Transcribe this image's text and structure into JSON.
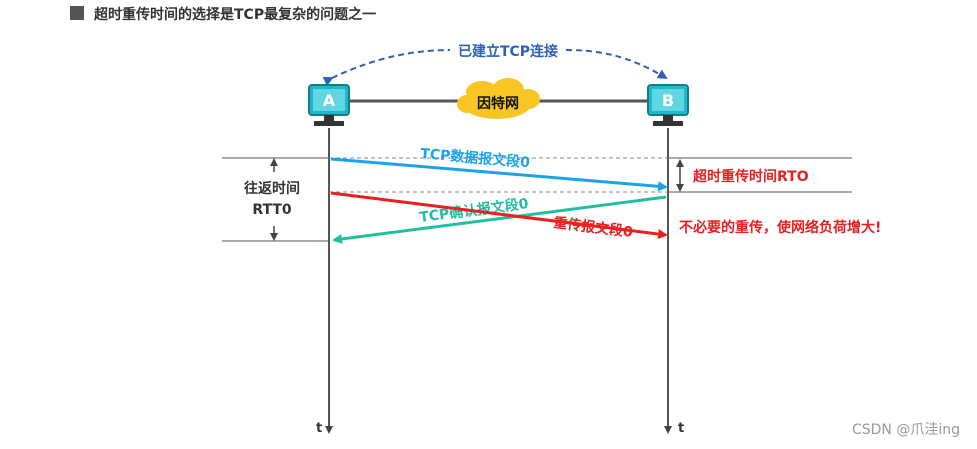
{
  "header": {
    "title": "超时重传时间的选择是TCP最复杂的问题之一"
  },
  "connection": {
    "label": "已建立TCP连接",
    "network_label": "因特网"
  },
  "hosts": {
    "a": "A",
    "b": "B"
  },
  "timeline": {
    "axis_a_label": "t",
    "axis_b_label": "t"
  },
  "rtt": {
    "label_line1": "往返时间",
    "label_line2": "RTT0"
  },
  "rto": {
    "label": "超时重传时间RTO"
  },
  "segments": {
    "data": "TCP数据报文段0",
    "ack": "TCP确认报文段0",
    "retransmit": "重传报文段0"
  },
  "note": {
    "unnecessary": "不必要的重传，使网络负荷增大!"
  },
  "watermark": "CSDN @爪洼ing",
  "colors": {
    "data_arrow": "#1aa3e8",
    "ack_arrow": "#1fbf9f",
    "retransmit_arrow": "#e8201f",
    "host_fill": "#1fb8c8",
    "network_fill": "#f7c623",
    "dashed_blue": "#2e62b4",
    "rto_text": "#e8201f"
  }
}
